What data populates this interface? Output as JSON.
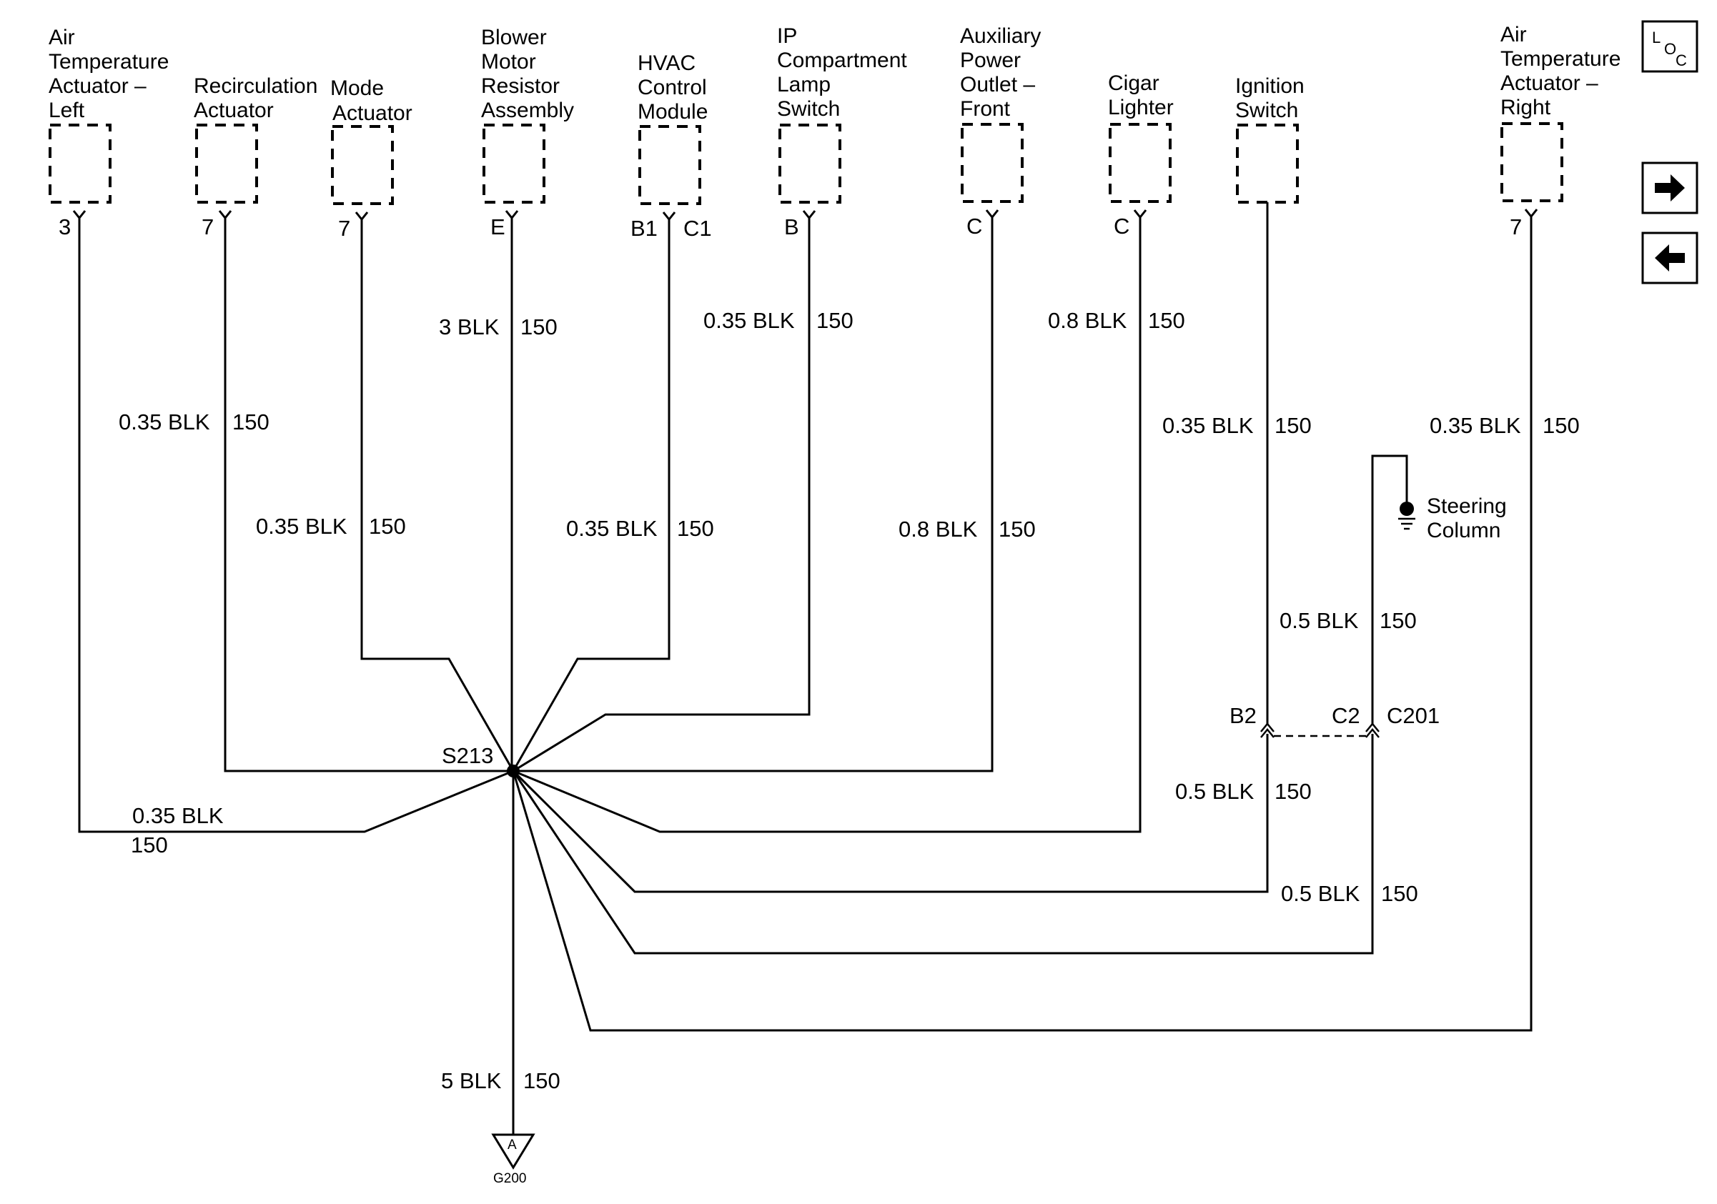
{
  "components": [
    {
      "id": "air-temp-left",
      "label": [
        "Air",
        "Temperature",
        "Actuator –",
        "Left"
      ],
      "pins": [
        "3"
      ]
    },
    {
      "id": "recirc",
      "label": [
        "Recirculation",
        "Actuator"
      ],
      "pins": [
        "7"
      ]
    },
    {
      "id": "mode",
      "label": [
        "Mode",
        "Actuator"
      ],
      "pins": [
        "7"
      ]
    },
    {
      "id": "blower",
      "label": [
        "Blower",
        "Motor",
        "Resistor",
        "Assembly"
      ],
      "pins": [
        "E"
      ]
    },
    {
      "id": "hvac",
      "label": [
        "HVAC",
        "Control",
        "Module"
      ],
      "pins": [
        "B1",
        "C1"
      ]
    },
    {
      "id": "ip-lamp",
      "label": [
        "IP",
        "Compartment",
        "Lamp",
        "Switch"
      ],
      "pins": [
        "B"
      ]
    },
    {
      "id": "aux-power",
      "label": [
        "Auxiliary",
        "Power",
        "Outlet –",
        "Front"
      ],
      "pins": [
        "C"
      ]
    },
    {
      "id": "cigar",
      "label": [
        "Cigar",
        "Lighter"
      ],
      "pins": [
        "C"
      ]
    },
    {
      "id": "ignition",
      "label": [
        "Ignition",
        "Switch"
      ],
      "pins": []
    },
    {
      "id": "air-temp-right",
      "label": [
        "Air",
        "Temperature",
        "Actuator –",
        "Right"
      ],
      "pins": [
        "7"
      ]
    }
  ],
  "wires": [
    {
      "id": "w-air-temp-left",
      "gauge": "0.35 BLK",
      "circuit": "150"
    },
    {
      "id": "w-recirc",
      "gauge": "0.35 BLK",
      "circuit": "150"
    },
    {
      "id": "w-mode",
      "gauge": "0.35 BLK",
      "circuit": "150"
    },
    {
      "id": "w-blower",
      "gauge": "3 BLK",
      "circuit": "150"
    },
    {
      "id": "w-hvac",
      "gauge": "0.35 BLK",
      "circuit": "150"
    },
    {
      "id": "w-ip-lamp",
      "gauge": "0.35 BLK",
      "circuit": "150"
    },
    {
      "id": "w-aux-power",
      "gauge": "0.8 BLK",
      "circuit": "150"
    },
    {
      "id": "w-cigar",
      "gauge": "0.8 BLK",
      "circuit": "150"
    },
    {
      "id": "w-ignition-upper",
      "gauge": "0.35 BLK",
      "circuit": "150"
    },
    {
      "id": "w-air-temp-right",
      "gauge": "0.35 BLK",
      "circuit": "150"
    },
    {
      "id": "w-steering-upper",
      "gauge": "0.5 BLK",
      "circuit": "150"
    },
    {
      "id": "w-ignition-lower",
      "gauge": "0.5 BLK",
      "circuit": "150"
    },
    {
      "id": "w-steering-lower",
      "gauge": "0.5 BLK",
      "circuit": "150"
    },
    {
      "id": "w-ground",
      "gauge": "5 BLK",
      "circuit": "150"
    }
  ],
  "splice": {
    "label": "S213"
  },
  "connector": {
    "label": "C201",
    "pin_ignition": "B2",
    "pin_steering": "C2"
  },
  "steering_ground": {
    "label": [
      "Steering",
      "Column"
    ]
  },
  "ground": {
    "letter": "A",
    "label": "G200"
  },
  "loc_button": {
    "top": "L",
    "sub1": "O",
    "sub2": "C"
  },
  "nav": {
    "forward": "next-page-arrow",
    "back": "previous-page-arrow"
  }
}
